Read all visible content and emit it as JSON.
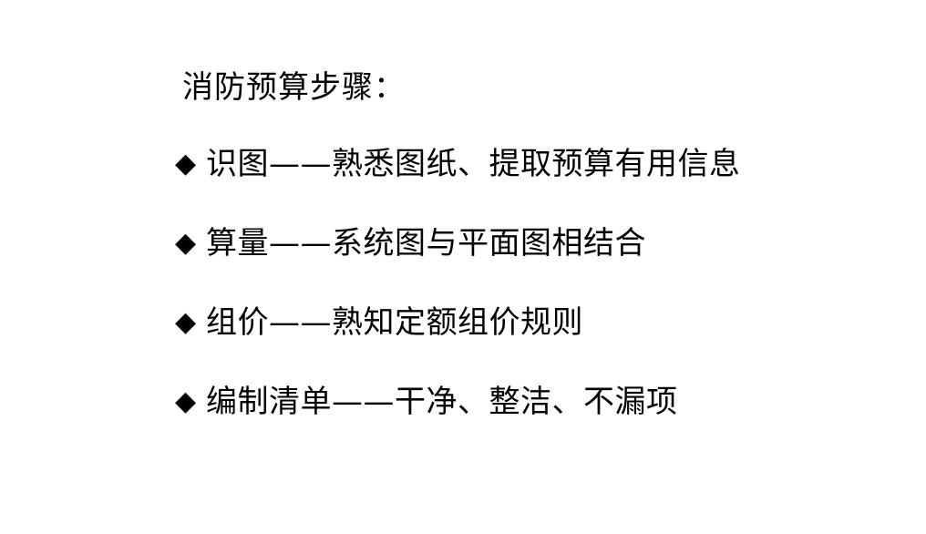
{
  "slide": {
    "title": "消防预算步骤：",
    "bullet_marker": "◆",
    "bullets": [
      {
        "text": "识图——熟悉图纸、提取预算有用信息"
      },
      {
        "text": "算量——系统图与平面图相结合"
      },
      {
        "text": "组价——熟知定额组价规则"
      },
      {
        "text": "编制清单——干净、整洁、不漏项"
      }
    ]
  }
}
